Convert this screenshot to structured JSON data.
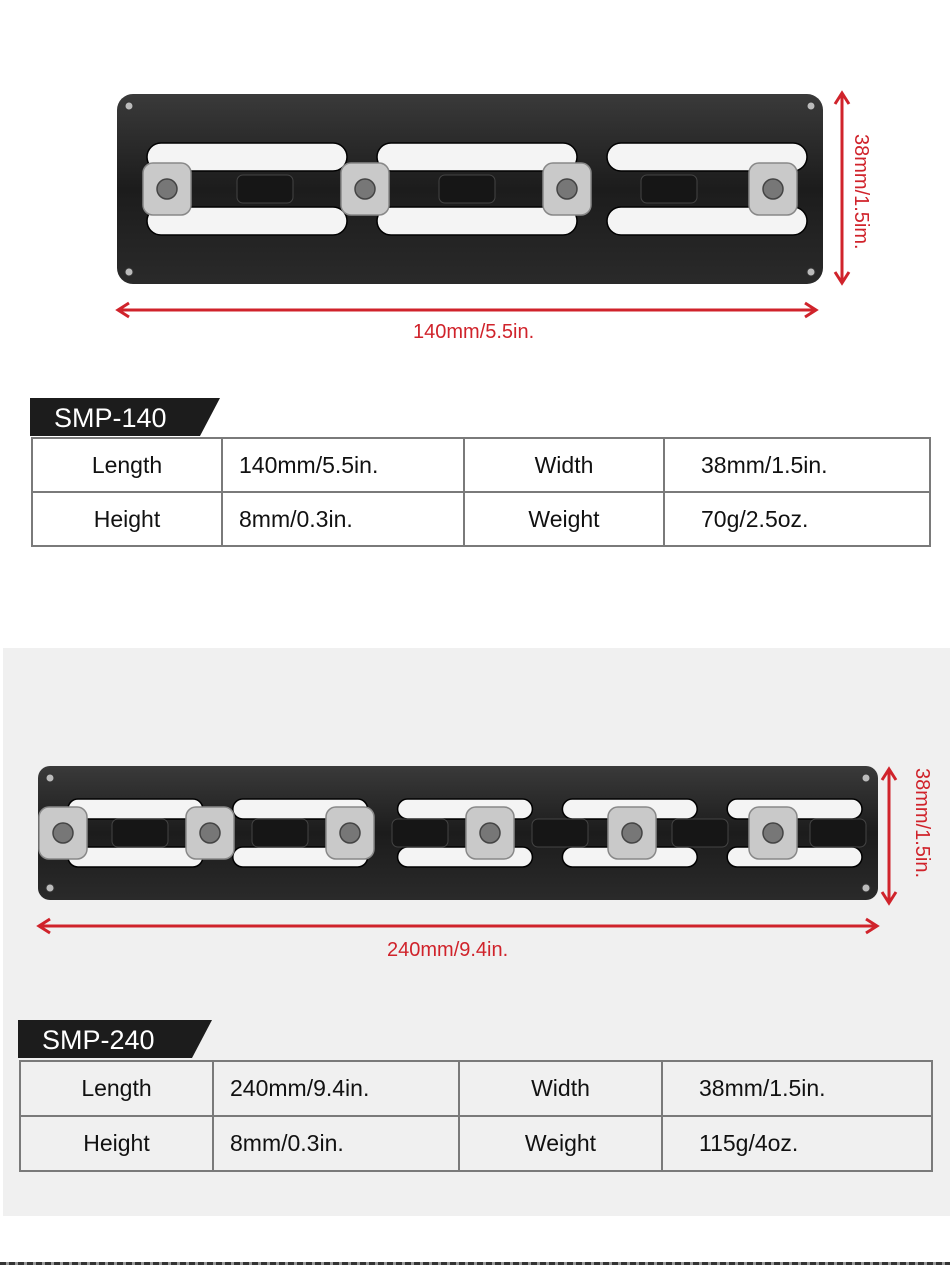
{
  "products": [
    {
      "model": "SMP-140",
      "dim_length": "140mm/5.5in.",
      "dim_width": "38mm/1.5im.",
      "specs": {
        "length_label": "Length",
        "length_value": "140mm/5.5in.",
        "width_label": "Width",
        "width_value": "38mm/1.5in.",
        "height_label": "Height",
        "height_value": "8mm/0.3in.",
        "weight_label": "Weight",
        "weight_value": "70g/2.5oz."
      }
    },
    {
      "model": "SMP-240",
      "dim_length": "240mm/9.4in.",
      "dim_width": "38mm/1.5in.",
      "specs": {
        "length_label": "Length",
        "length_value": "240mm/9.4in.",
        "width_label": "Width",
        "width_value": "38mm/1.5in.",
        "height_label": "Height",
        "height_value": "8mm/0.3in.",
        "weight_label": "Weight",
        "weight_value": "115g/4oz."
      }
    }
  ],
  "colors": {
    "dimension": "#d0232b",
    "plate": "#1e1e1e",
    "tag": "#1c1c1c"
  }
}
